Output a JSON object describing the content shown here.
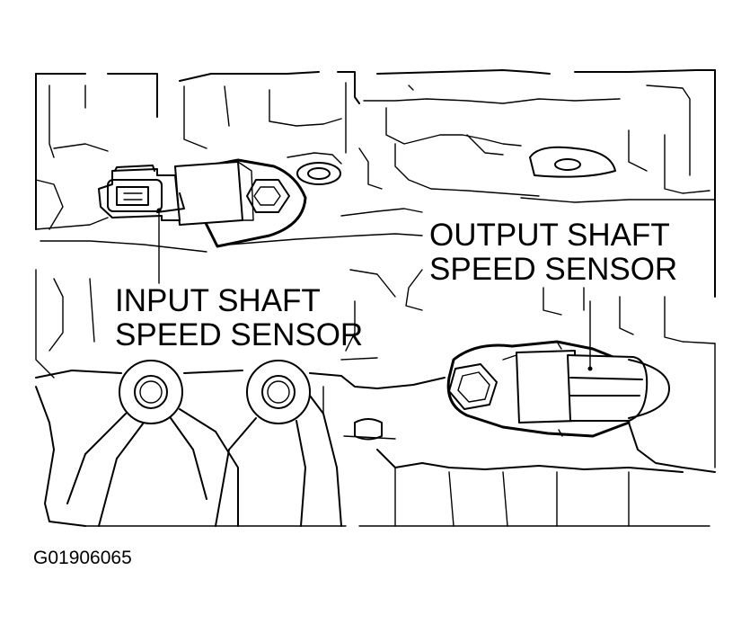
{
  "labels": {
    "input_sensor": [
      "INPUT SHAFT",
      "SPEED SENSOR"
    ],
    "output_sensor": [
      "OUTPUT SHAFT",
      "SPEED SENSOR"
    ]
  },
  "figure_id": "G01906065"
}
